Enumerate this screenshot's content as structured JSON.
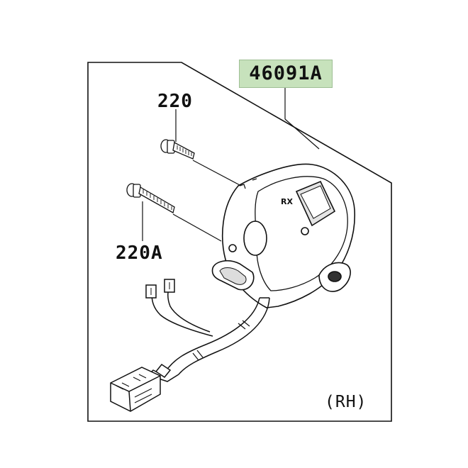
{
  "diagram": {
    "parts": {
      "switch_assembly": "46091A",
      "screw_upper": "220",
      "screw_lower": "220A"
    },
    "side_note": "(RH)",
    "colors": {
      "highlight": "#c7e2bc",
      "line": "#111111",
      "background": "#ffffff"
    }
  }
}
